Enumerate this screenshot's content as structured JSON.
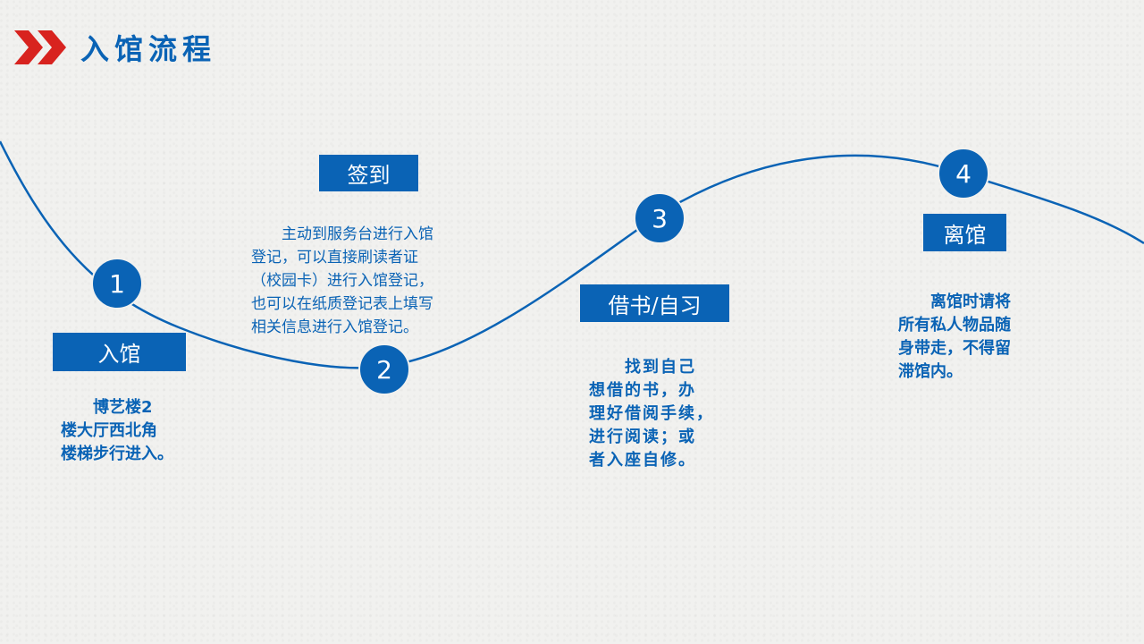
{
  "header": {
    "title": "入馆流程"
  },
  "steps": [
    {
      "number": "1",
      "label": "入馆",
      "desc": "　　博艺楼2\n楼大厅西北角\n楼梯步行进入。"
    },
    {
      "number": "2",
      "label": "签到",
      "desc": "　　主动到服务台进行入馆\n登记，可以直接刷读者证\n（校园卡）进行入馆登记，\n也可以在纸质登记表上填写\n相关信息进行入馆登记。"
    },
    {
      "number": "3",
      "label": "借书/自习",
      "desc": "　　找到自己\n想借的书，办\n理好借阅手续，\n进行阅读；或\n者入座自修。"
    },
    {
      "number": "4",
      "label": "离馆",
      "desc": "　　离馆时请将\n所有私人物品随\n身带走，不得留\n滞馆内。"
    }
  ],
  "colors": {
    "primary": "#0a63b5",
    "accent": "#d8231f"
  }
}
